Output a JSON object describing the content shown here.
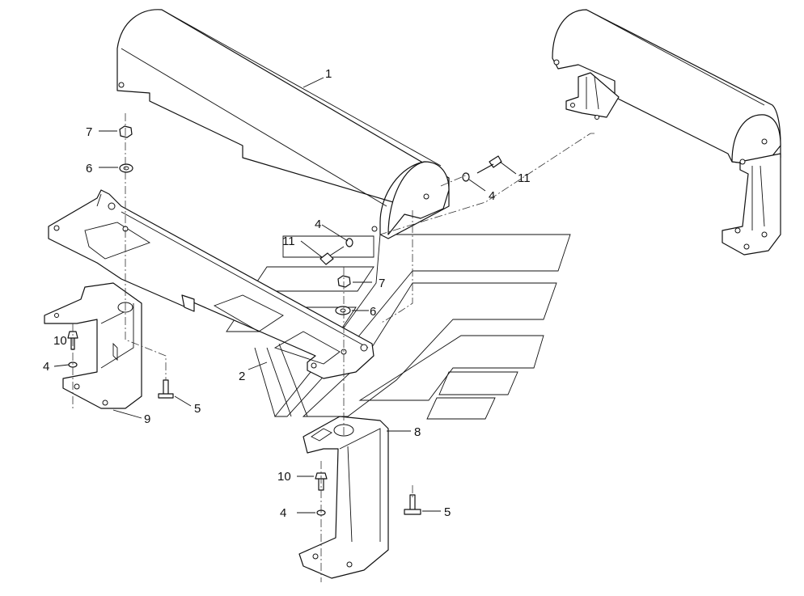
{
  "callouts": {
    "c1": "1",
    "c2": "2",
    "c4a": "4",
    "c4b": "4",
    "c4c": "4",
    "c4d": "4",
    "c5a": "5",
    "c5b": "5",
    "c6a": "6",
    "c6b": "6",
    "c7a": "7",
    "c7b": "7",
    "c8": "8",
    "c9": "9",
    "c10a": "10",
    "c10b": "10",
    "c11a": "11",
    "c11b": "11"
  }
}
